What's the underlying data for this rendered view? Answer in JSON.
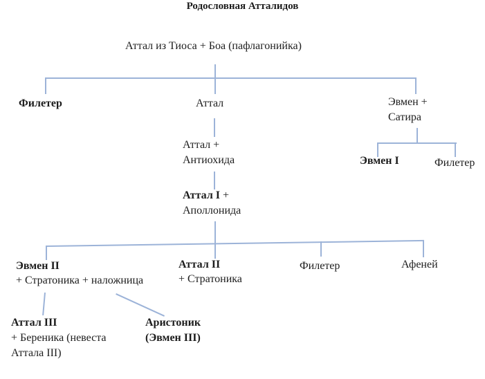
{
  "title": "Родословная Атталидов",
  "colors": {
    "line": "#9cb3d8",
    "text": "#1c1c1c"
  },
  "nodes": {
    "ancestor": {
      "label": "Аттал из Тиоса + Боа (пафлагонийка)"
    },
    "gen1": {
      "philetaerus": {
        "label": "Филетер"
      },
      "attalus": {
        "label": "Аттал"
      },
      "eumenes_satyra": {
        "line1": "Эвмен +",
        "line2": "Сатира"
      }
    },
    "gen2": {
      "attalus_antiochis": {
        "line1": "Аттал +",
        "line2": "Антиохида"
      },
      "eumenes_i": {
        "label": "Эвмен I"
      },
      "philetaerus_b": {
        "label": "Филетер"
      }
    },
    "gen3": {
      "attalus_i": {
        "bold": "Аттал I",
        "rest": " +",
        "line2": "Аполлонида"
      }
    },
    "gen4": {
      "eumenes_ii": {
        "bold": "Эвмен II",
        "line2": "+ Стратоника + наложница"
      },
      "attalus_ii": {
        "bold": "Аттал II",
        "line2": "+ Стратоника"
      },
      "philetaerus_c": {
        "label": "Филетер"
      },
      "athenaeus": {
        "label": "Афеней"
      }
    },
    "gen5": {
      "attalus_iii": {
        "bold": "Аттал III",
        "line2": "+ Береника (невеста",
        "line3": "Аттала III)"
      },
      "aristonicus": {
        "line1": "Аристоник",
        "line2": "(Эвмен III)"
      }
    }
  }
}
